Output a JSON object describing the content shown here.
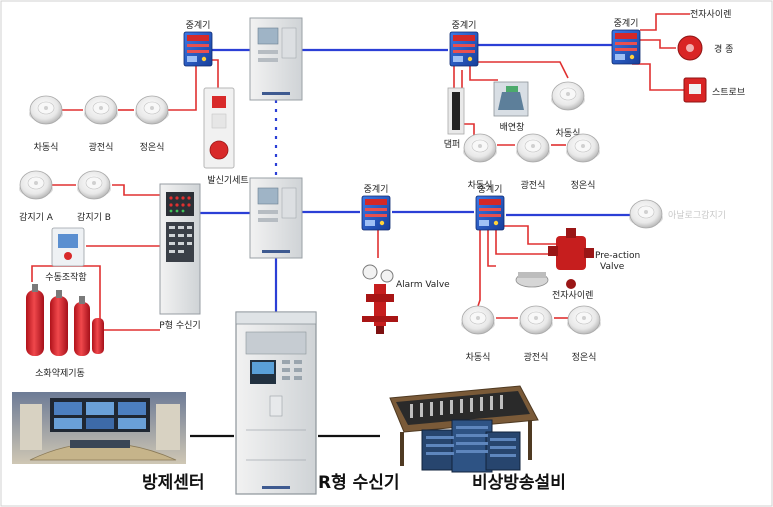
{
  "labels": {
    "relay": "중계기",
    "smoke_ionization": "차동식",
    "smoke_photo": "광전식",
    "heat_fixed": "정온식",
    "transmitter_set": "발신기세트",
    "electronic_siren": "전자사이렌",
    "bell": "경   종",
    "strobe": "스트로브",
    "damper": "댐퍼",
    "exhaust_window": "배연창",
    "detector_a": "감지기 A",
    "detector_b": "감지기 B",
    "manual_control_box": "수동조작함",
    "p_type_receiver": "P형 수신기",
    "extinguishing_cylinder": "소화약제기동",
    "alarm_valve": "Alarm Valve",
    "preaction_valve_line1": "Pre-action",
    "preaction_valve_line2": "Valve",
    "faint_detector_label": "아날로그감지기",
    "disaster_center": "방제센터",
    "r_type_receiver": "R형 수신기",
    "emergency_broadcast": "비상방송설비"
  },
  "colors": {
    "signal_line": "#2b3fd6",
    "detector_wire": "#e03030",
    "ground_line": "#111111",
    "relay_body": "#1e55c8",
    "relay_accent": "#d42828"
  },
  "icons": [
    "relay-module-icon",
    "smoke-detector-icon",
    "fire-receiver-cabinet-icon",
    "fire-bell-icon",
    "strobe-light-icon",
    "gas-cylinder-icon",
    "alarm-valve-icon",
    "control-room-icon",
    "broadcast-console-icon"
  ]
}
